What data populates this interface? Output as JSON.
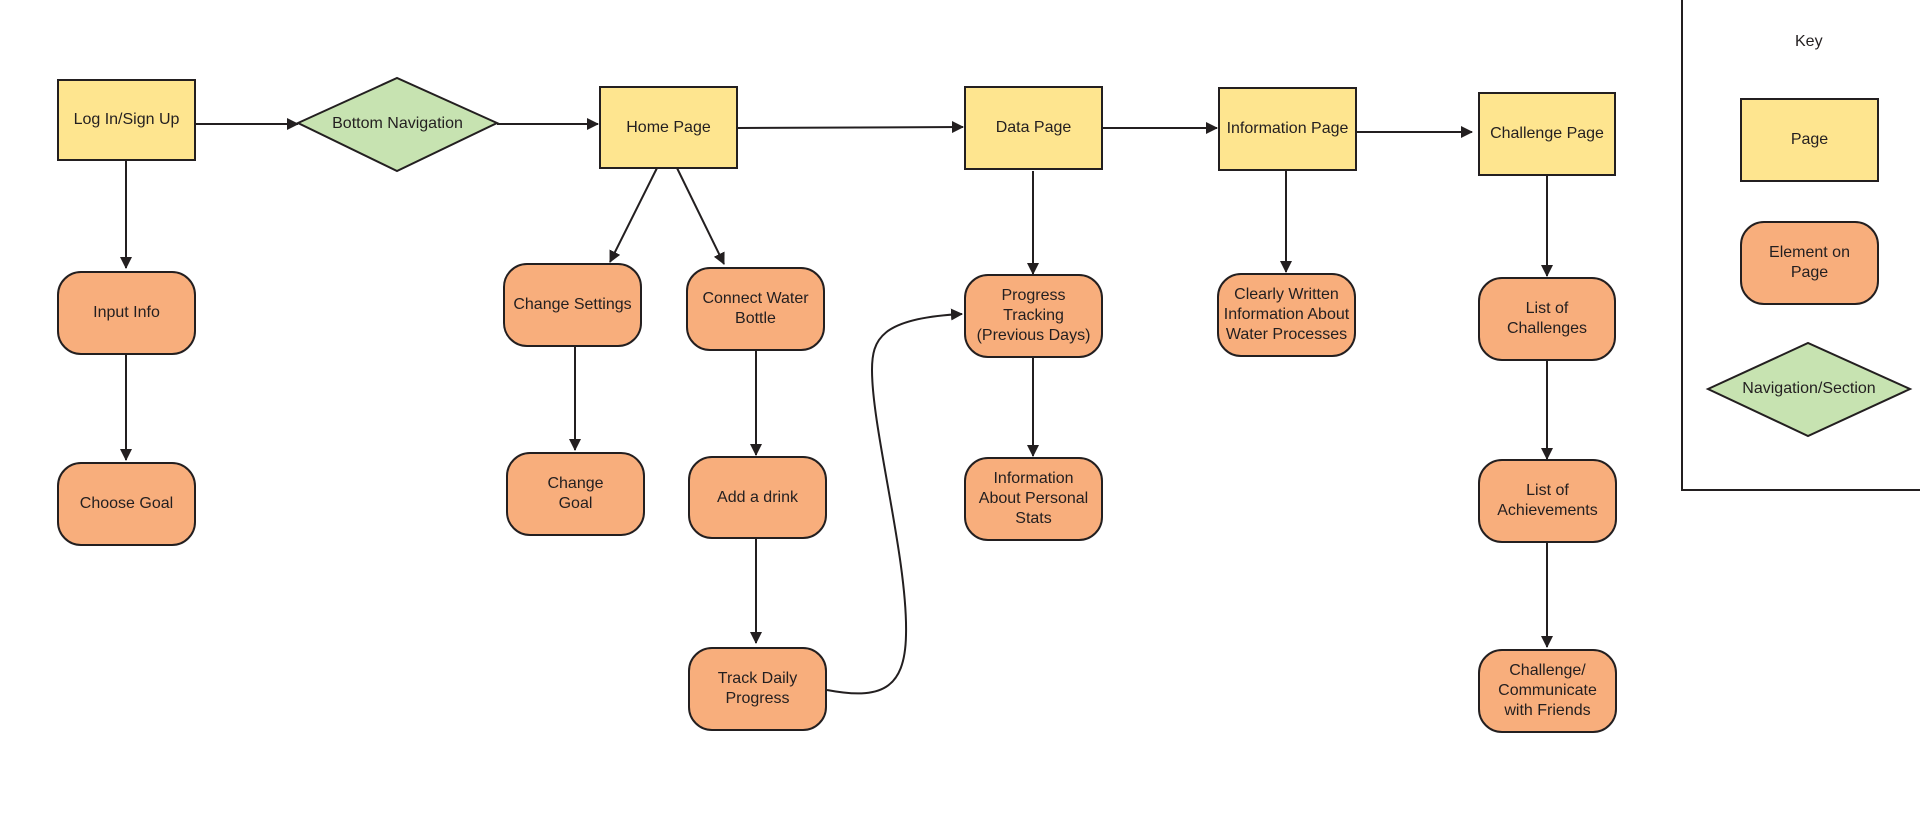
{
  "colors": {
    "page": "#fee58f",
    "element": "#f8ae7c",
    "navigation": "#c7e3b1",
    "stroke": "#231f20"
  },
  "nodes": {
    "login": "Log In/Sign Up",
    "bottom_navigation": "Bottom Navigation",
    "home_page": "Home Page",
    "data_page": "Data Page",
    "information_page": "Information Page",
    "challenge_page": "Challenge Page",
    "input_info": "Input Info",
    "choose_goal": "Choose Goal",
    "change_settings": "Change Settings",
    "change_goal": "Change\nGoal",
    "connect_water_bottle": "Connect Water\nBottle",
    "add_a_drink": "Add a drink",
    "track_daily_progress": "Track Daily\nProgress",
    "progress_tracking": "Progress Tracking\n(Previous Days)",
    "personal_stats": "Information\nAbout Personal\nStats",
    "water_processes": "Clearly Written\nInformation About\nWater Processes",
    "list_of_challenges": "List of Challenges",
    "list_of_achievements": "List of\nAchievements",
    "challenge_friends": "Challenge/\nCommunicate\nwith Friends"
  },
  "key": {
    "title": "Key",
    "page": "Page",
    "element": "Element on\nPage",
    "navigation": "Navigation/Section"
  }
}
